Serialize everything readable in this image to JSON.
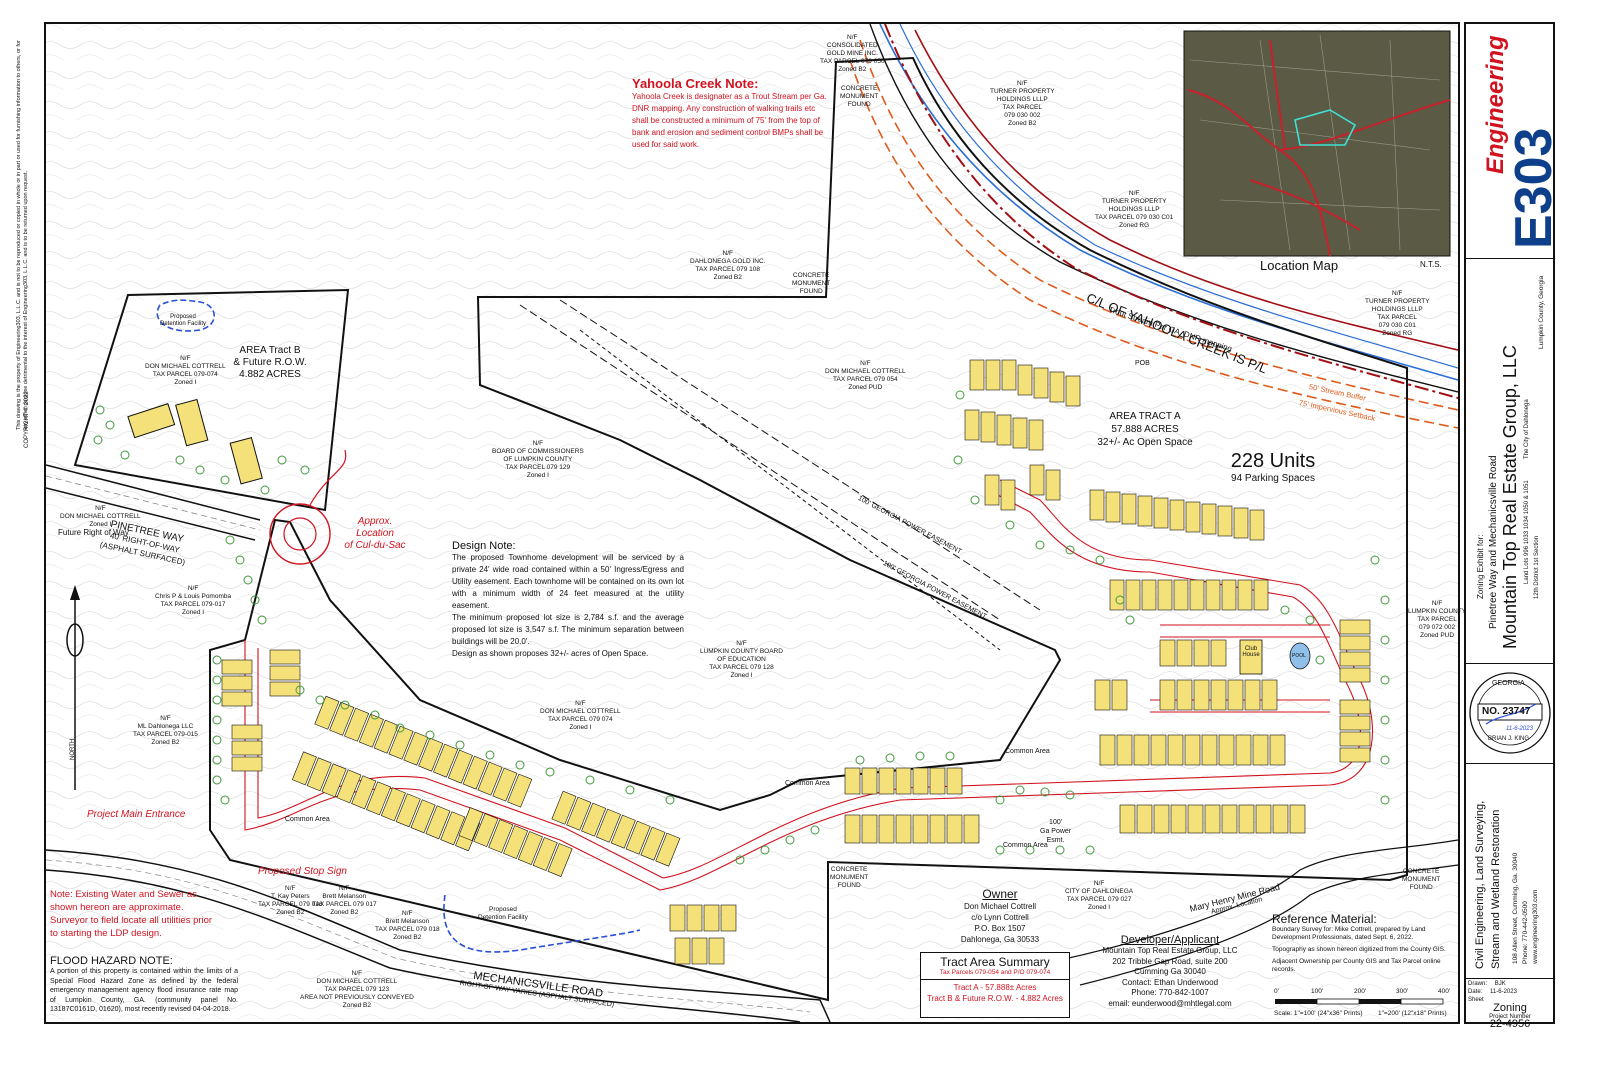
{
  "copyright": "COPYRIGHT © 2022",
  "disclaimer": "This drawing is the property of Engineering303, L.L.C. and is not to be reproduced or copied in whole or in part or used for furnishing information to others, or for any other purpose detrimental to the interest of Engineering303, L.L.C. and is to be returned upon request.",
  "yahoola_note": {
    "title": "Yahoola Creek Note:",
    "body": "Yahoola Creek is designater as a Trout Stream per Ga. DNR mapping. Any construction of walking trails etc shall be constructed a minimum of 75' from the top of bank and erosion and sediment control BMPs shall be used for said work."
  },
  "design_note": {
    "title": "Design Note:",
    "body": "The proposed Townhome development will be serviced by a private 24' wide road contained within a 50' Ingress/Egress and Utility easement. Each townhome will be contained on its own lot with a minimum width of 24 feet measured at the utility easement.\nThe minimum proposed lot size is 2,784 s.f. and the average proposed lot size is 3,547 s.f. The minimum separation between buildings will be 20.0'.\nDesign as shown proposes 32+/- acres of Open Space."
  },
  "water_note": "Note: Existing Water and Sewer as shown hereon are approximate. Surveyor to field locate all utilities prior to starting the LDP design.",
  "flood": {
    "title": "FLOOD HAZARD NOTE:",
    "body": "A portion of this property is contained within the limits of a Special Flood Hazard Zone as defined by the federal emergency management agency flood insurance rate map of Lumpkin County, GA. (community panel No. 13187C0161D, 01620), most recently revised 04-04-2018."
  },
  "tract_b": {
    "title": "AREA  Tract B",
    "sub": "& Future R.O.W.",
    "acres": "4.882 ACRES"
  },
  "tract_a": {
    "title": "AREA TRACT A",
    "acres": "57.888 ACRES",
    "open": "32+/- Ac Open Space"
  },
  "units": {
    "count": "228 Units",
    "parking": "94 Parking Spaces"
  },
  "labels": {
    "creek": "C/L OF YAHOOLA CREEK IS P/L",
    "trout": "Trout Stream Per GA. DNR mapping",
    "buffer50": "50' Stream Buffer",
    "setback75": "75' Impervious Setback",
    "pinetree": "PINETREE WAY",
    "pinetree_row": "40' RIGHT-OF-WAY",
    "pinetree_surf": "(ASPHALT SURFACED)",
    "future_row": "Future Right of Way",
    "culdesac1": "Approx.",
    "culdesac2": "Location",
    "culdesac3": "of Cul-du-Sac",
    "main_entrance": "Project Main Entrance",
    "stop_sign": "Proposed Stop Sign",
    "mechanicsville": "MECHANICSVILLE ROAD",
    "mech_row": "RIGHT-OF-WAY VARIES (ASPHALT SURFACED)",
    "mary_henry": "Mary Henry Mine Road",
    "mary_henry_sub": "Approx. Location",
    "power1": "100' GEORGIA POWER EASEMENT",
    "power2": "100' GEORGIA POWER EASEMENT",
    "ga_power": "100'\nGa Power\nEsmt.",
    "common1": "Common Area",
    "common2": "Common Area",
    "common3": "Common Area",
    "common4": "Common Area",
    "detention1": "Proposed\nDetention Facility",
    "detention2": "Proposed\nDetention Facility",
    "north": "NORTH",
    "club": "Club House",
    "pool": "POOL"
  },
  "parcels": [
    "N/F\nCONSOLIDATED\nGOLD MINE INC.\nTAX PARCEL 079 050\nZoned B2",
    "N/F\nTURNER PROPERTY\nHOLDINGS LLLP\nTAX PARCEL\n079 030 002\nZoned B2",
    "N/F\nTURNER PROPERTY\nHOLDINGS LLLP\nTAX PARCEL 079 030 C01\nZoned RG",
    "N/F\nTURNER PROPERTY\nHOLDINGS LLLP\nTAX PARCEL\n079 030 C01\nZoned RG",
    "N/F\nDAHLONEGA GOLD INC.\nTAX PARCEL 079 108\nZoned B2",
    "N/F\nDON MICHAEL COTTRELL\nTAX PARCEL 079 054\nZoned PUD",
    "N/F\nDON MICHAEL COTTRELL\nTAX PARCEL 079-074\nZoned I",
    "N/F\nBOARD OF COMMISSIONERS\nOF LUMPKIN COUNTY\nTAX PARCEL 079 129\nZoned I",
    "N/F\nLUMPKIN COUNTY BOARD\nOF EDUCATION\nTAX PARCEL 079 128\nZoned I",
    "N/F\nDON MICHAEL COTTRELL\nTAX PARCEL 079 074\nZoned I",
    "N/F\nDON MICHAEL COTTRELL\nZoned I",
    "N/F\nChris P & Louis Pomomba\nTAX PARCEL 079-017\nZoned I",
    "N/F\nML Dahlonega LLC\nTAX PARCEL 079-015\nZoned B2",
    "N/F\nLUMPKIN COUNTY\nTAX PARCEL\n079 072 002\nZoned PUD",
    "N/F\nCITY OF DAHLONEGA\nTAX PARCEL 079 027\nZoned I",
    "N/F\nT. Kay Peters\nTAX PARCEL 079 016\nZoned B2",
    "N/F\nBrett Melanson\nTAX PARCEL 079 017\nZoned B2",
    "N/F\nBrett Melanson\nTAX PARCEL 079 018\nZoned B2",
    "N/F\nDON MICHAEL COTTRELL\nTAX PARCEL 079 123\nAREA NOT PREVIOUSLY CONVEYED\nZoned B2"
  ],
  "monuments": [
    "CONCRETE\nMONUMENT\nFOUND",
    "CONCRETE\nMONUMENT\nFOUND",
    "CONCRETE\nMONUMENT\nFOUND",
    "CONCRETE\nMONUMENT\nFOUND"
  ],
  "owner": {
    "title": "Owner",
    "lines": [
      "Don Michael Cottrell",
      "c/o Lynn Cottrell",
      "P.O. Box 1507",
      "Dahlonega, Ga 30533"
    ]
  },
  "developer": {
    "title": "Developer/Applicant",
    "lines": [
      "Mountain Top Real Estate Group, LLC",
      "202 Tribble Gap Road, suite 200",
      "Cumming Ga 30040",
      "Contact: Ethan Underwood",
      "Phone: 770-842-1007",
      "email: eunderwood@mhtlegal.com"
    ]
  },
  "summary": {
    "title": "Tract Area Summary",
    "parcels": "Tax Parcels 079-054 and P/O 079-074",
    "a": "Tract A  -  57.888± Acres",
    "b": "Tract B & Future R.O.W.  -  4.882 Acres"
  },
  "reference": {
    "title": "Reference Material:",
    "lines": [
      "Boundary Survey for: Mike Cottrell, prepared by Land Development Professionals, dated Sept. 6, 2022.",
      "Topography as shown hereon digitized from the County GIS.",
      "Adjacent Ownership per County GIS and Tax Parcel online records."
    ]
  },
  "scale": {
    "ticks": [
      "0'",
      "100'",
      "200'",
      "300'",
      "400'"
    ],
    "note1": "Scale: 1\"=100' (24\"x36\" Prints)",
    "note2": "1\"=200' (12\"x18\" Prints)"
  },
  "location_map": {
    "title": "Location Map",
    "nts": "N.T.S."
  },
  "titleblock": {
    "logo": "Engineering",
    "logo_num": "E303",
    "exhibit": "Zoning Exhibit for:",
    "road": "Pinetree Way and Mechanicsville Road",
    "client": "Mountain Top Real Estate Group, LLC",
    "lots": "Land Lots 996 1033  1034  1050 & 1051",
    "district": "12th District     1st Section",
    "city": "The City of Dahlonega",
    "county": "Lumpkin County, Georgia",
    "seal_state": "GEORGIA",
    "seal_no": "NO. 23747",
    "seal_name": "BRIAN J. KING",
    "seal_date": "11-6-2023",
    "firm1": "Civil Engineering, Land Surveying,",
    "firm2": "Stream and Wetland Restoration",
    "addr1": "108 Allen Street, Cumming, Ga. 30040",
    "addr2": "Phone: 770-442-0500",
    "addr3": "www.engineering303.com",
    "drawn_lbl": "Drawn:",
    "drawn": "BJK",
    "date_lbl": "Date:",
    "date": "11-6-2023",
    "sheet_lbl": "Sheet",
    "sheet": "Zoning",
    "proj_lbl": "Project Number",
    "proj": "22-4956"
  },
  "colors": {
    "red": "#d1131f",
    "townhome": "#f5e17a",
    "tree": "#3f9a3a",
    "creek": "#2b6fd6",
    "buffer": "#e05a1c",
    "setback": "#a10f14"
  }
}
